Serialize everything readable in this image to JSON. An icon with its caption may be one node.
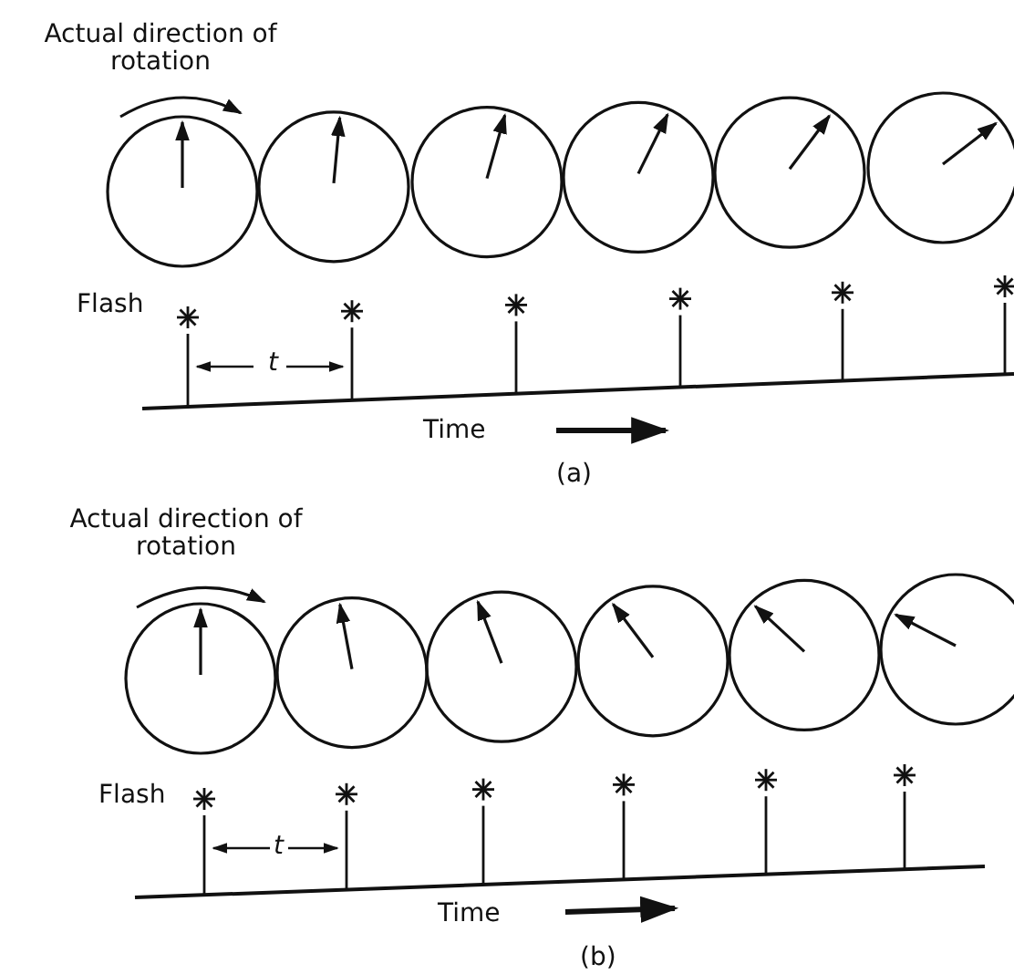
{
  "diagram": {
    "labels": [
      "Actual direction of rotation",
      "Flash",
      "t",
      "Time",
      "(a)",
      "Actual direction of rotation",
      "Flash",
      "t",
      "Time",
      "(b)"
    ]
  }
}
